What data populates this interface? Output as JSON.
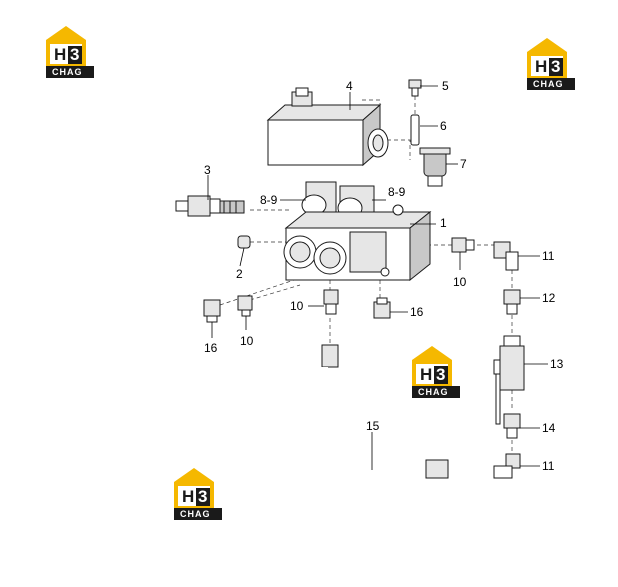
{
  "logos": [
    {
      "main_a": "H",
      "main_b": "3",
      "sub": "CHAG"
    },
    {
      "main_a": "H",
      "main_b": "3",
      "sub": "CHAG"
    },
    {
      "main_a": "H",
      "main_b": "3",
      "sub": "CHAG"
    },
    {
      "main_a": "H",
      "main_b": "3",
      "sub": "CHAG"
    }
  ],
  "colors": {
    "logo_yellow": "#f5b800",
    "logo_black": "#1a1a1a",
    "logo_white": "#ffffff"
  },
  "callouts": {
    "c1": "1",
    "c2": "2",
    "c3": "3",
    "c4": "4",
    "c5": "5",
    "c6": "6",
    "c7": "7",
    "c89a": "8-9",
    "c89b": "8-9",
    "c10a": "10",
    "c10b": "10",
    "c10c": "10",
    "c11a": "11",
    "c11b": "11",
    "c12": "12",
    "c13": "13",
    "c14": "14",
    "c15": "15",
    "c16a": "16",
    "c16b": "16"
  }
}
